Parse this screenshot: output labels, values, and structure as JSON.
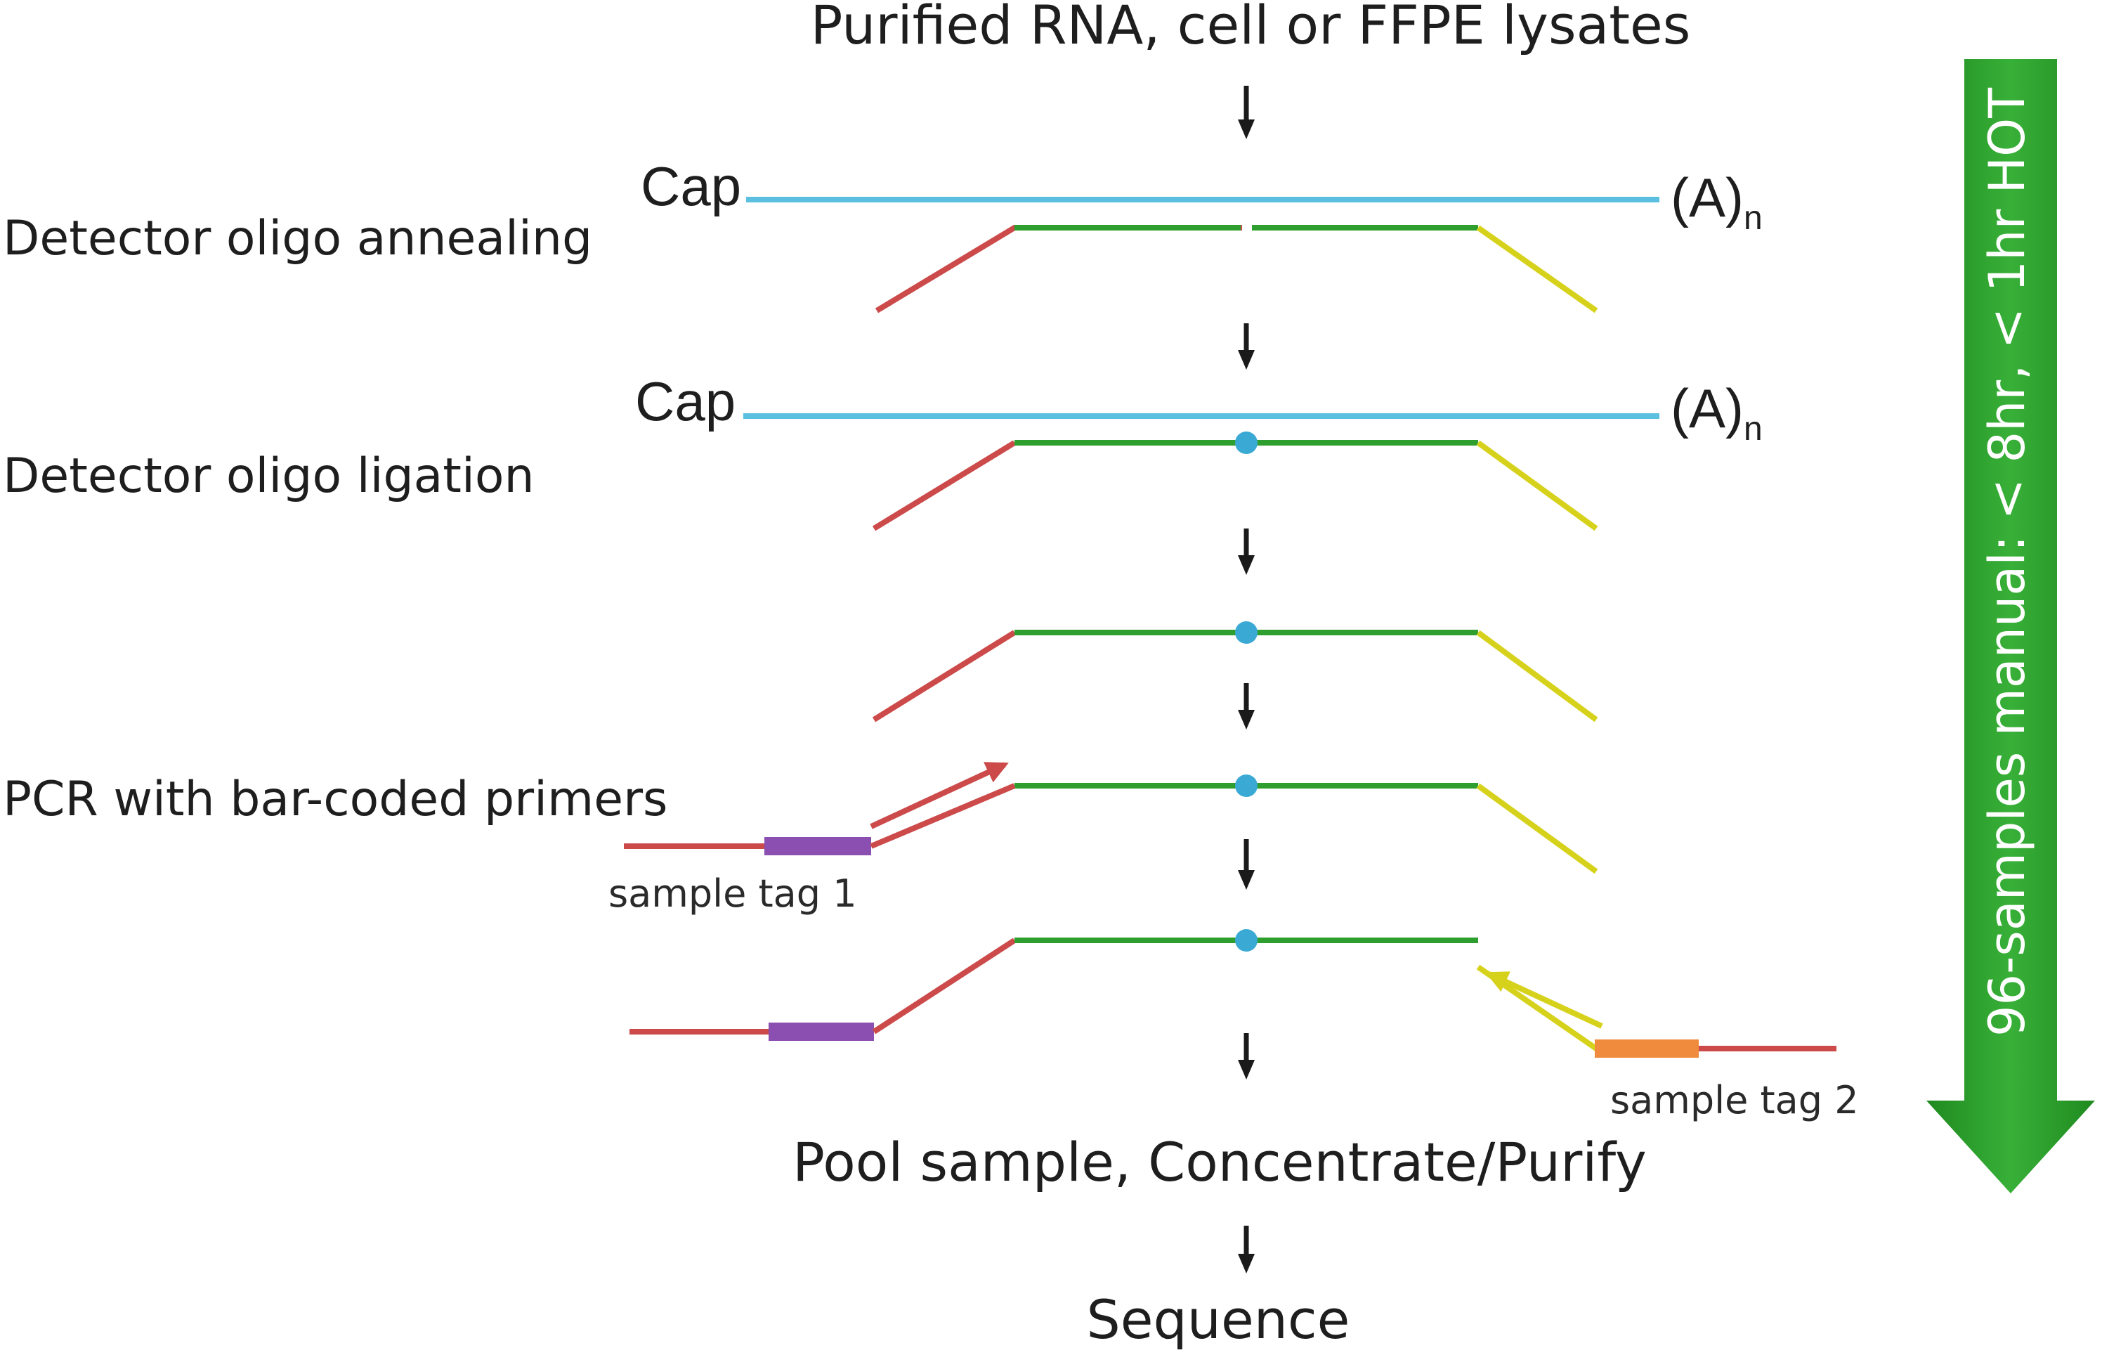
{
  "source_label": "Purified RNA, cell or FFPE lysates",
  "steps": [
    "Detector oligo annealing",
    "Detector oligo ligation",
    "PCR with bar-coded primers"
  ],
  "cap_label": "Cap",
  "polya_label": "(A)",
  "polya_subscript": "n",
  "sample_tags": [
    "sample tag 1",
    "sample tag 2"
  ],
  "pool_label": "Pool sample, Concentrate/Purify",
  "sequence_label": "Sequence",
  "timing_label": "96-samples manual: < 8hr, < 1hr HOT",
  "colors": {
    "rna": "#5bc0e0",
    "detector_oligo": "#2e9e2e",
    "left_arm": "#cc4a4a",
    "right_arm": "#d6d21c",
    "ligation_dot": "#3aa9d4",
    "tag1": "#8a4fb0",
    "tag2": "#f08a3c",
    "timing_arrow": "#2a9a2a"
  }
}
